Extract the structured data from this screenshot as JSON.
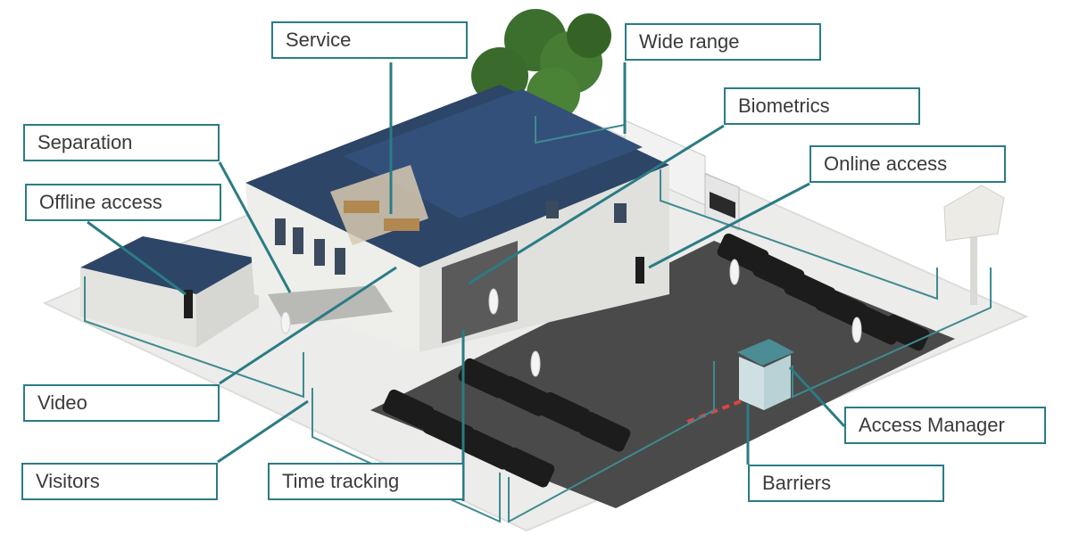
{
  "labels": {
    "service": "Service",
    "wide_range": "Wide range",
    "biometrics": "Biometrics",
    "separation": "Separation",
    "online_access": "Online access",
    "offline_access": "Offline access",
    "video": "Video",
    "access_manager": "Access Manager",
    "visitors": "Visitors",
    "time_tracking": "Time tracking",
    "barriers": "Barriers"
  },
  "colors": {
    "callout_border": "#2a7c84",
    "roof": "#2d4566",
    "walls": "#e9e9e6",
    "asphalt": "#4a4a4a",
    "fence": "#3f8a90",
    "tree": "#3c6e2e",
    "ground": "#ececea"
  }
}
